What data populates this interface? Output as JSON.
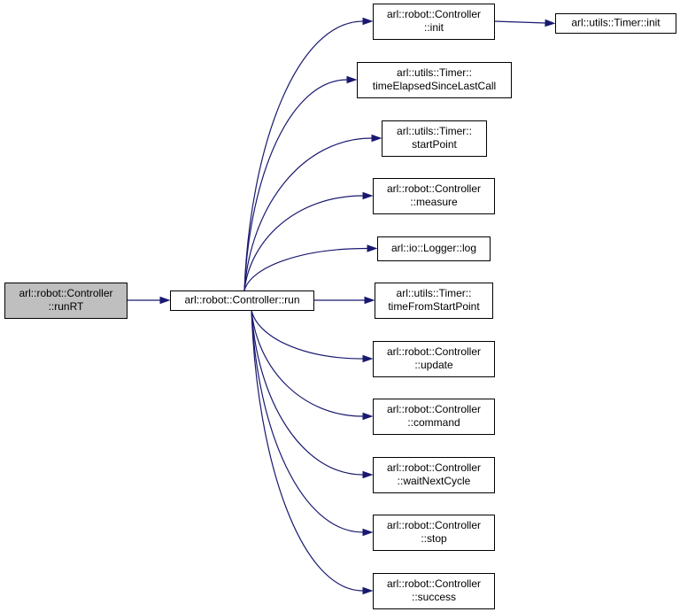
{
  "colors": {
    "edge": "#191970",
    "node_fill": "#ffffff",
    "node_fill_highlight": "#bfbfbf",
    "node_border": "#000000"
  },
  "nodes": [
    {
      "id": "runRT",
      "lines": [
        "arl::robot::Controller",
        "::runRT"
      ],
      "highlight": true
    },
    {
      "id": "run",
      "lines": [
        "arl::robot::Controller::run"
      ],
      "highlight": false
    },
    {
      "id": "init",
      "lines": [
        "arl::robot::Controller",
        "::init"
      ],
      "highlight": false
    },
    {
      "id": "timer_init",
      "lines": [
        "arl::utils::Timer::init"
      ],
      "highlight": false
    },
    {
      "id": "timeElapsed",
      "lines": [
        "arl::utils::Timer::",
        "timeElapsedSinceLastCall"
      ],
      "highlight": false
    },
    {
      "id": "startPoint",
      "lines": [
        "arl::utils::Timer::",
        "startPoint"
      ],
      "highlight": false
    },
    {
      "id": "measure",
      "lines": [
        "arl::robot::Controller",
        "::measure"
      ],
      "highlight": false
    },
    {
      "id": "log",
      "lines": [
        "arl::io::Logger::log"
      ],
      "highlight": false
    },
    {
      "id": "timeFromStart",
      "lines": [
        "arl::utils::Timer::",
        "timeFromStartPoint"
      ],
      "highlight": false
    },
    {
      "id": "update",
      "lines": [
        "arl::robot::Controller",
        "::update"
      ],
      "highlight": false
    },
    {
      "id": "command",
      "lines": [
        "arl::robot::Controller",
        "::command"
      ],
      "highlight": false
    },
    {
      "id": "waitNextCycle",
      "lines": [
        "arl::robot::Controller",
        "::waitNextCycle"
      ],
      "highlight": false
    },
    {
      "id": "stop",
      "lines": [
        "arl::robot::Controller",
        "::stop"
      ],
      "highlight": false
    },
    {
      "id": "success",
      "lines": [
        "arl::robot::Controller",
        "::success"
      ],
      "highlight": false
    }
  ],
  "edges": [
    {
      "from": "runRT",
      "to": "run"
    },
    {
      "from": "run",
      "to": "init"
    },
    {
      "from": "init",
      "to": "timer_init"
    },
    {
      "from": "run",
      "to": "timeElapsed"
    },
    {
      "from": "run",
      "to": "startPoint"
    },
    {
      "from": "run",
      "to": "measure"
    },
    {
      "from": "run",
      "to": "log"
    },
    {
      "from": "run",
      "to": "timeFromStart"
    },
    {
      "from": "run",
      "to": "update"
    },
    {
      "from": "run",
      "to": "command"
    },
    {
      "from": "run",
      "to": "waitNextCycle"
    },
    {
      "from": "run",
      "to": "stop"
    },
    {
      "from": "run",
      "to": "success"
    }
  ]
}
